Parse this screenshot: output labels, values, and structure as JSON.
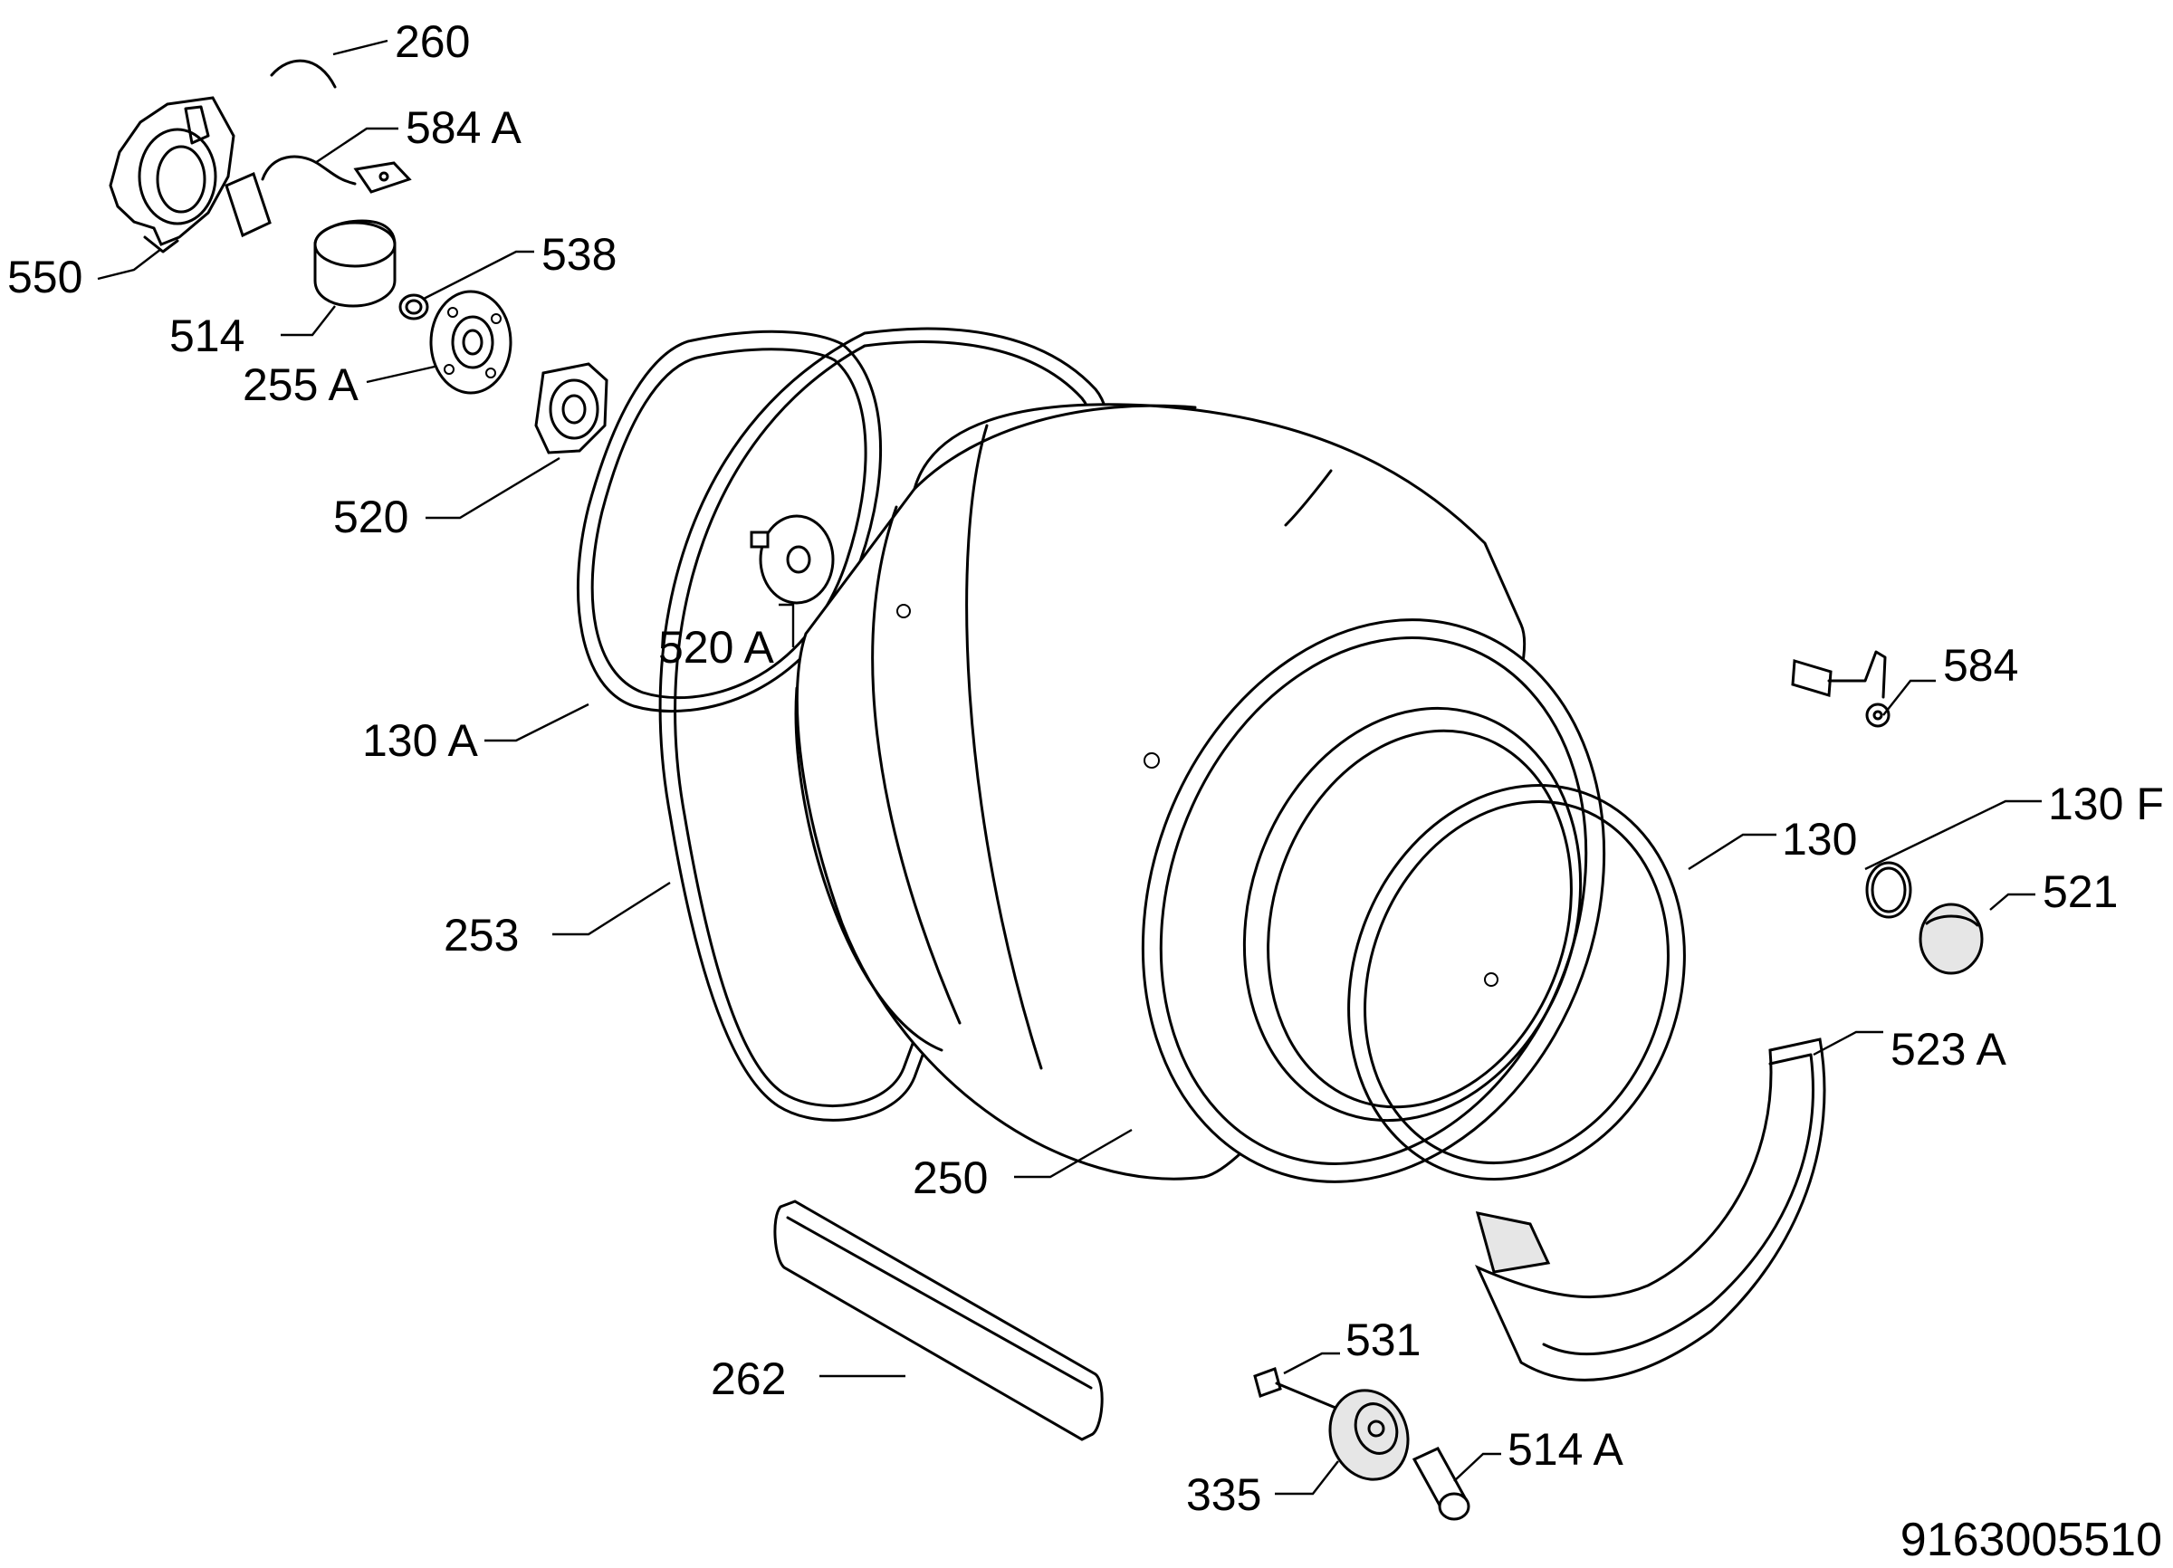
{
  "callouts": {
    "p260": "260",
    "p584A": "584 A",
    "p550": "550",
    "p538": "538",
    "p514": "514",
    "p255A": "255 A",
    "p520": "520",
    "p520A": "520 A",
    "p130A": "130 A",
    "p253": "253",
    "p250": "250",
    "p584": "584",
    "p130F": "130 F",
    "p130": "130",
    "p521": "521",
    "p523A": "523 A",
    "p262": "262",
    "p531": "531",
    "p514A": "514 A",
    "p335": "335"
  },
  "document_number": "9163005510"
}
